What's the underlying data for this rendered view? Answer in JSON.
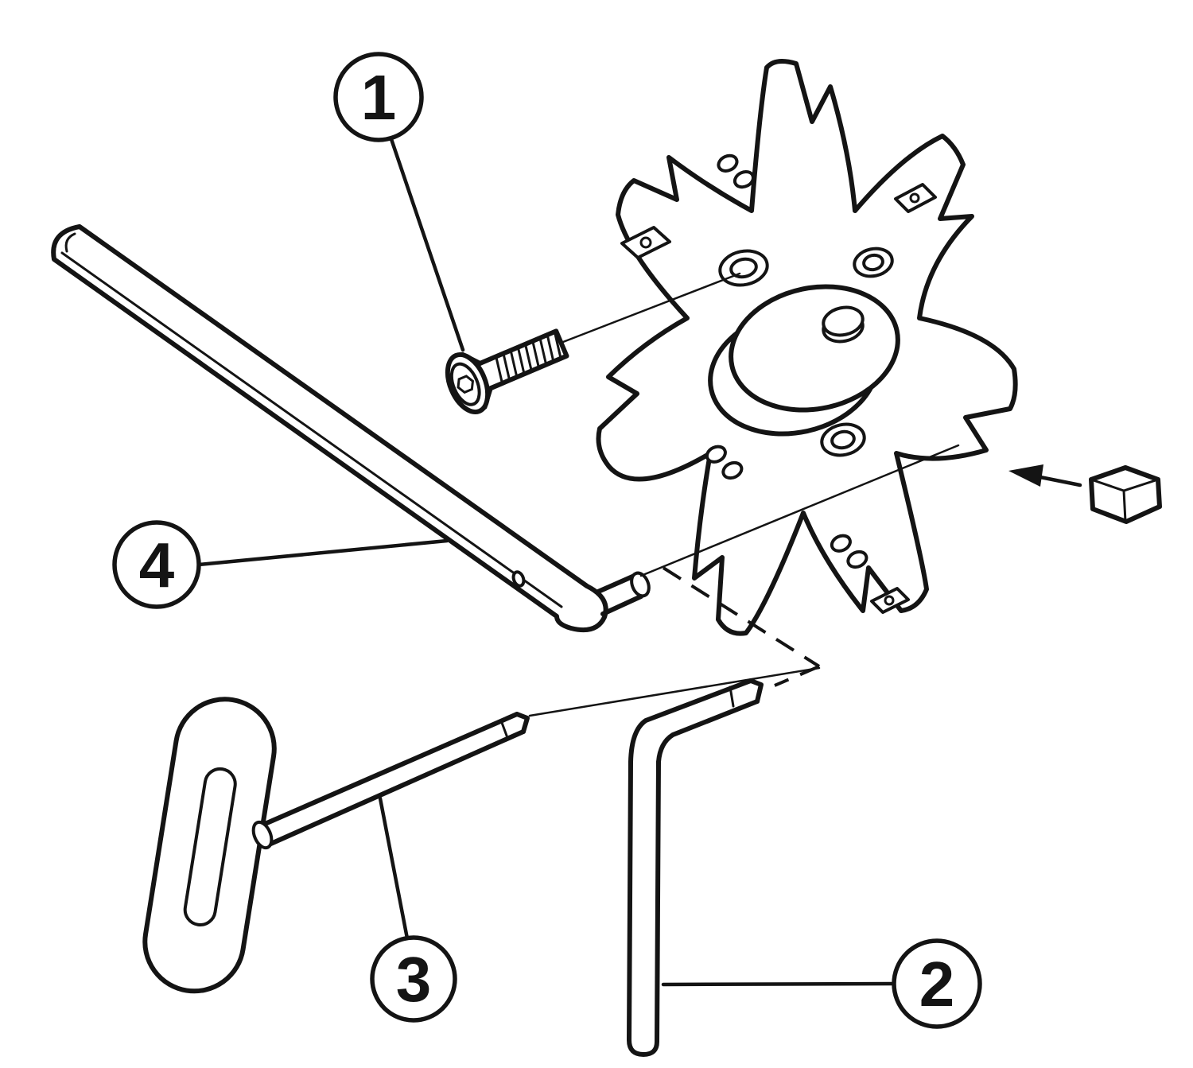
{
  "figure": {
    "background": "#ffffff",
    "line_color": "#141414",
    "callouts": [
      {
        "id": "c1",
        "label": "1"
      },
      {
        "id": "c2",
        "label": "2"
      },
      {
        "id": "c3",
        "label": "3"
      },
      {
        "id": "c4",
        "label": "4"
      }
    ]
  }
}
